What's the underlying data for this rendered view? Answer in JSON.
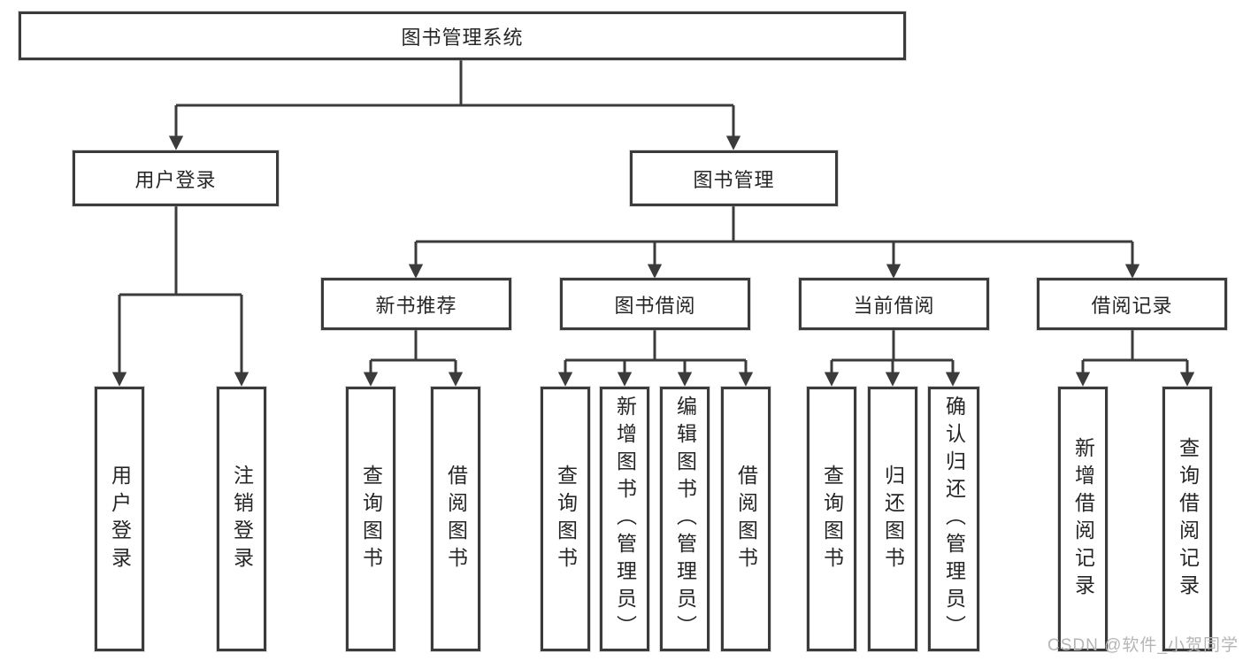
{
  "diagram": {
    "title": "图书管理系统",
    "line_color": "#3b3b3b",
    "text_color": "#262626",
    "background_color": "#ffffff",
    "watermark": {
      "text": "CSDN @软件_小贺同学",
      "color": "#b5b5b5"
    }
  },
  "nodes": {
    "root": {
      "label": "图书管理系统"
    },
    "user_login": {
      "label": "用户登录"
    },
    "book_mgmt": {
      "label": "图书管理"
    },
    "new_book_rec": {
      "label": "新书推荐"
    },
    "book_borrow": {
      "label": "图书借阅"
    },
    "current_borrow": {
      "label": "当前借阅"
    },
    "borrow_record": {
      "label": "借阅记录"
    },
    "ul_login": {
      "label": "用户登录"
    },
    "ul_logout": {
      "label": "注销登录"
    },
    "nb_query": {
      "label": "查询图书"
    },
    "nb_borrow": {
      "label": "借阅图书"
    },
    "bb_query": {
      "label": "查询图书"
    },
    "bb_add": {
      "label": "新增图书（管理员）"
    },
    "bb_edit": {
      "label": "编辑图书（管理员）"
    },
    "bb_borrow": {
      "label": "借阅图书"
    },
    "cb_query": {
      "label": "查询图书"
    },
    "cb_return": {
      "label": "归还图书"
    },
    "cb_confirm": {
      "label": "确认归还（管理员）"
    },
    "br_add": {
      "label": "新增借阅记录"
    },
    "br_query": {
      "label": "查询借阅记录"
    }
  },
  "hierarchy": {
    "图书管理系统": {
      "用户登录": [
        "用户登录",
        "注销登录"
      ],
      "图书管理": {
        "新书推荐": [
          "查询图书",
          "借阅图书"
        ],
        "图书借阅": [
          "查询图书",
          "新增图书（管理员）",
          "编辑图书（管理员）",
          "借阅图书"
        ],
        "当前借阅": [
          "查询图书",
          "归还图书",
          "确认归还（管理员）"
        ],
        "借阅记录": [
          "新增借阅记录",
          "查询借阅记录"
        ]
      }
    }
  }
}
